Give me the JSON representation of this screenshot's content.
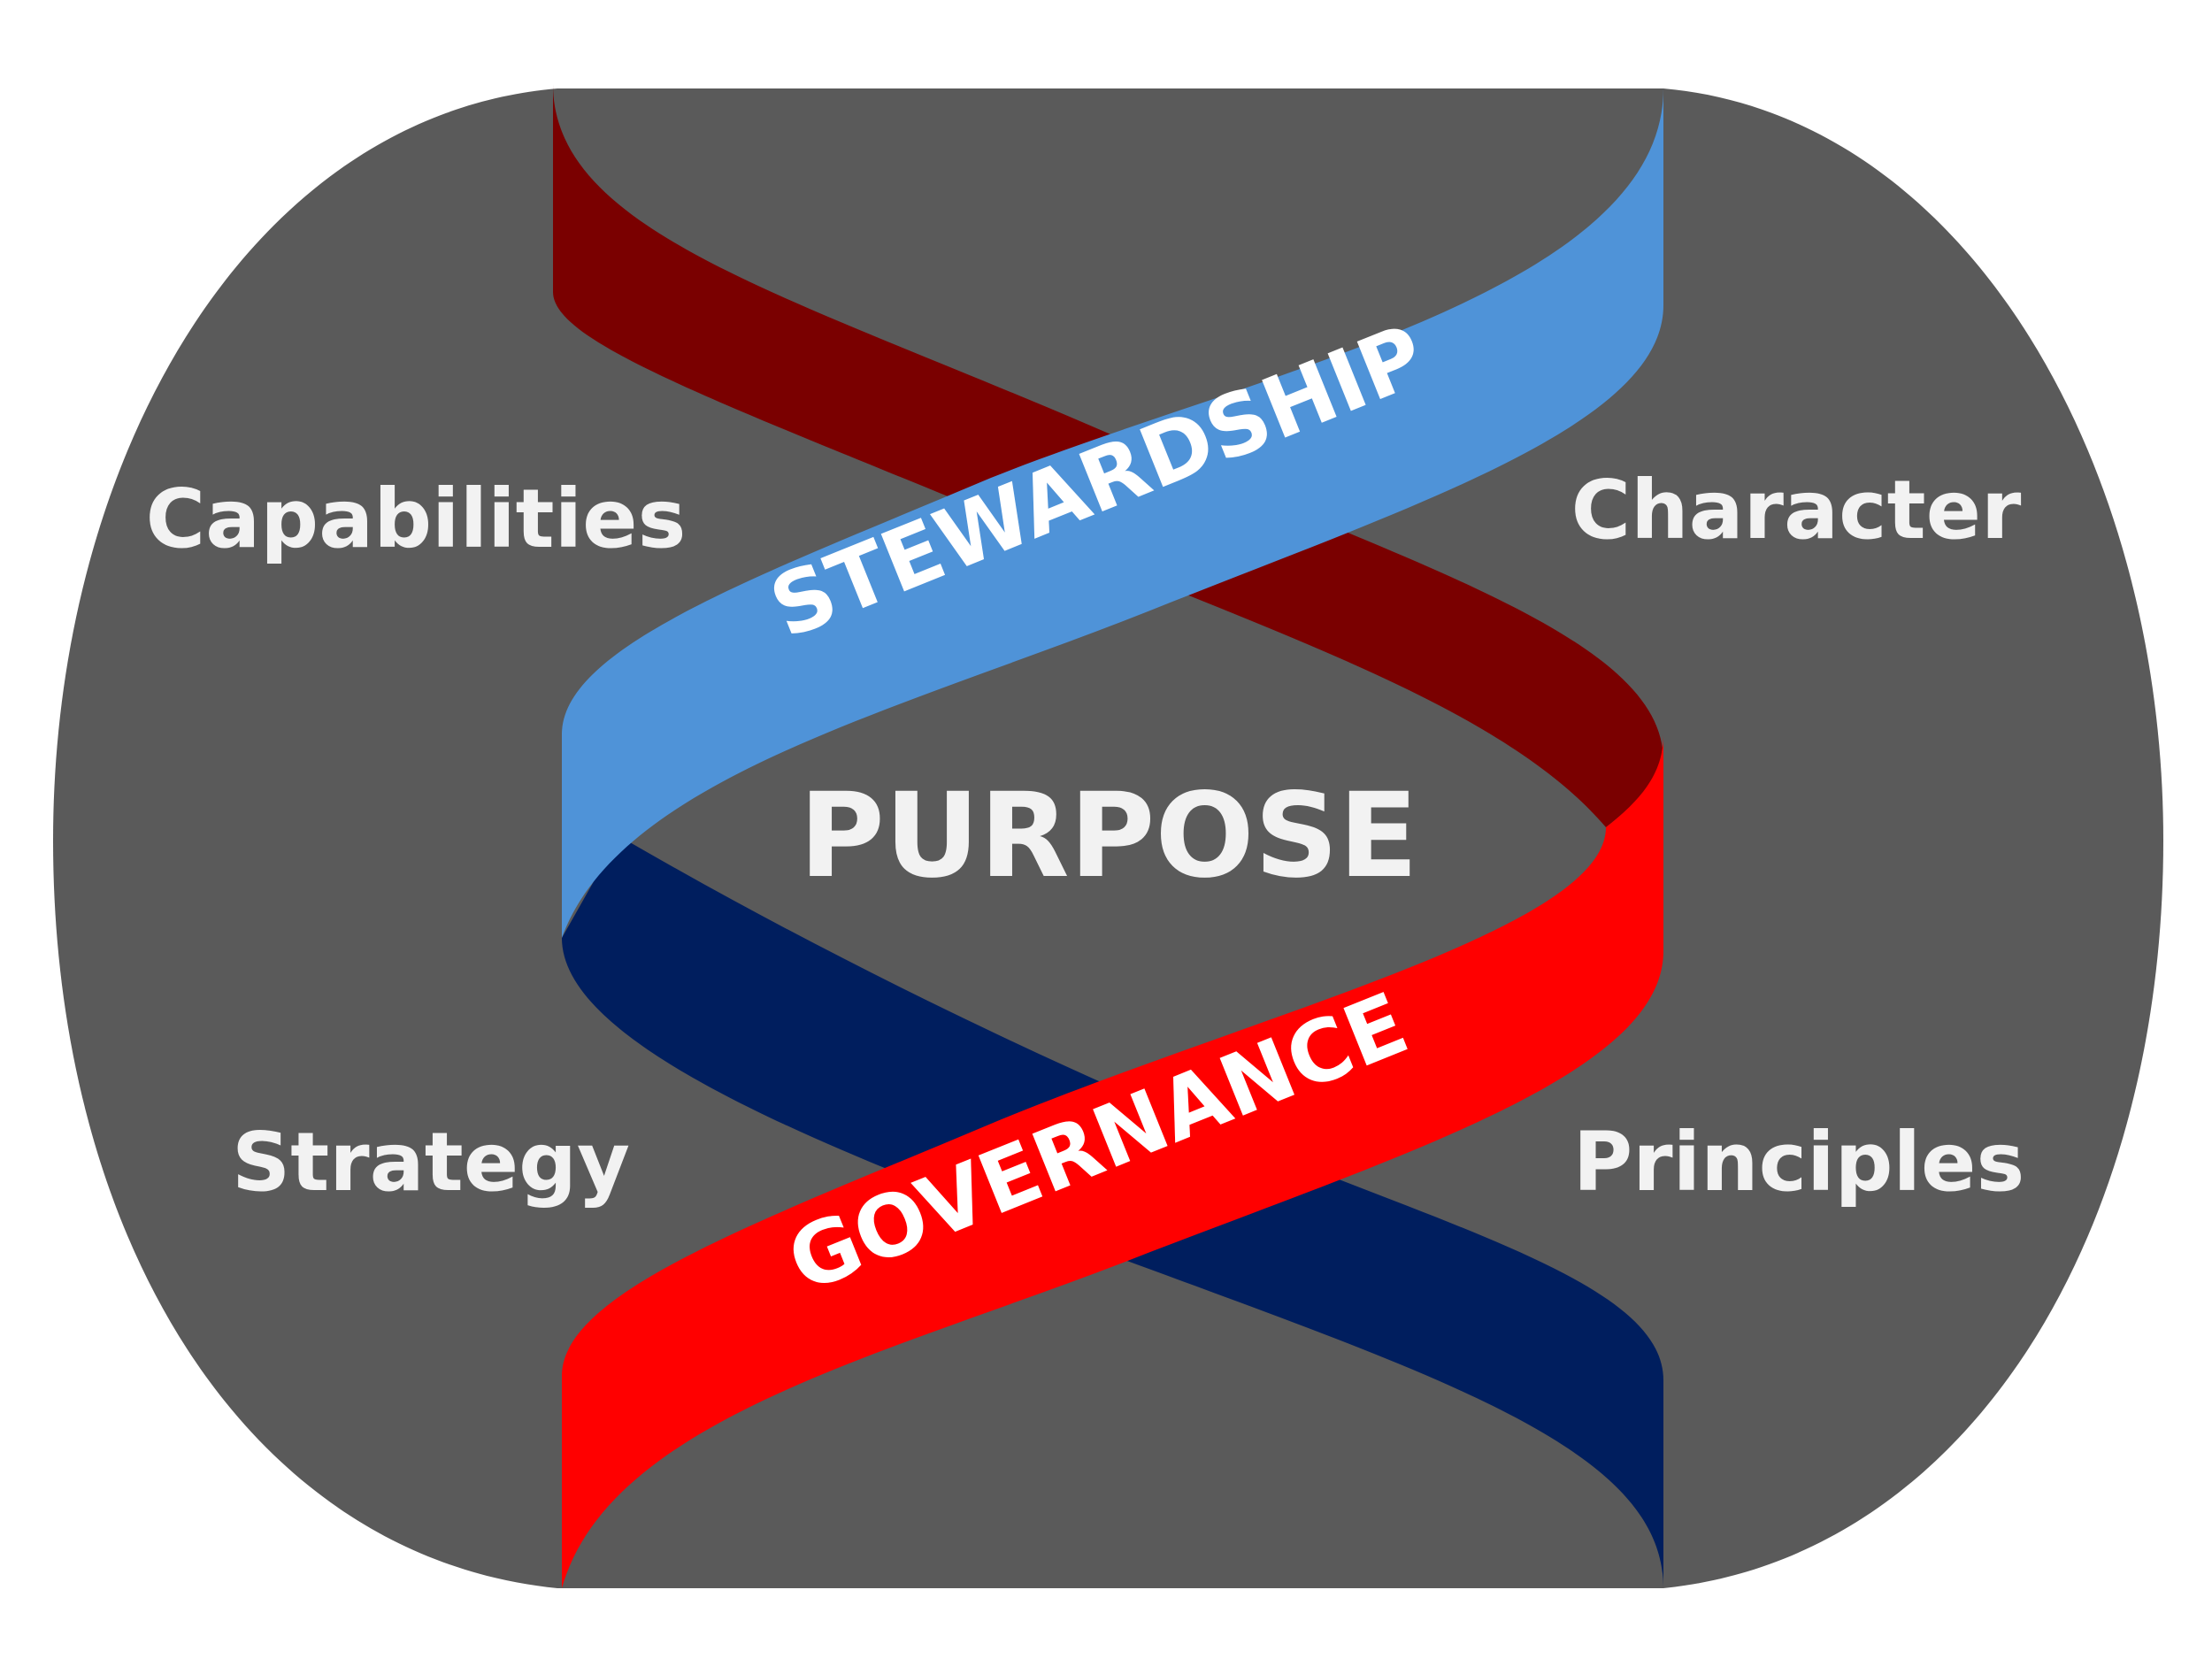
{
  "center": {
    "label": "PURPOSE"
  },
  "bands": {
    "top": {
      "label": "STEWARDSHIP",
      "color": "#4f93d8"
    },
    "bottom": {
      "label": "GOVERNANCE",
      "color": "#ff0000"
    }
  },
  "back_bands": {
    "upper_color": "#7a0000",
    "lower_color": "#001e5e"
  },
  "corners": {
    "top_left": "Capabilities",
    "top_right": "Character",
    "bottom_left": "Strategy",
    "bottom_right": "Principles"
  },
  "colors": {
    "background_shape": "#5a5a5a",
    "text": "#f2f2f2"
  }
}
